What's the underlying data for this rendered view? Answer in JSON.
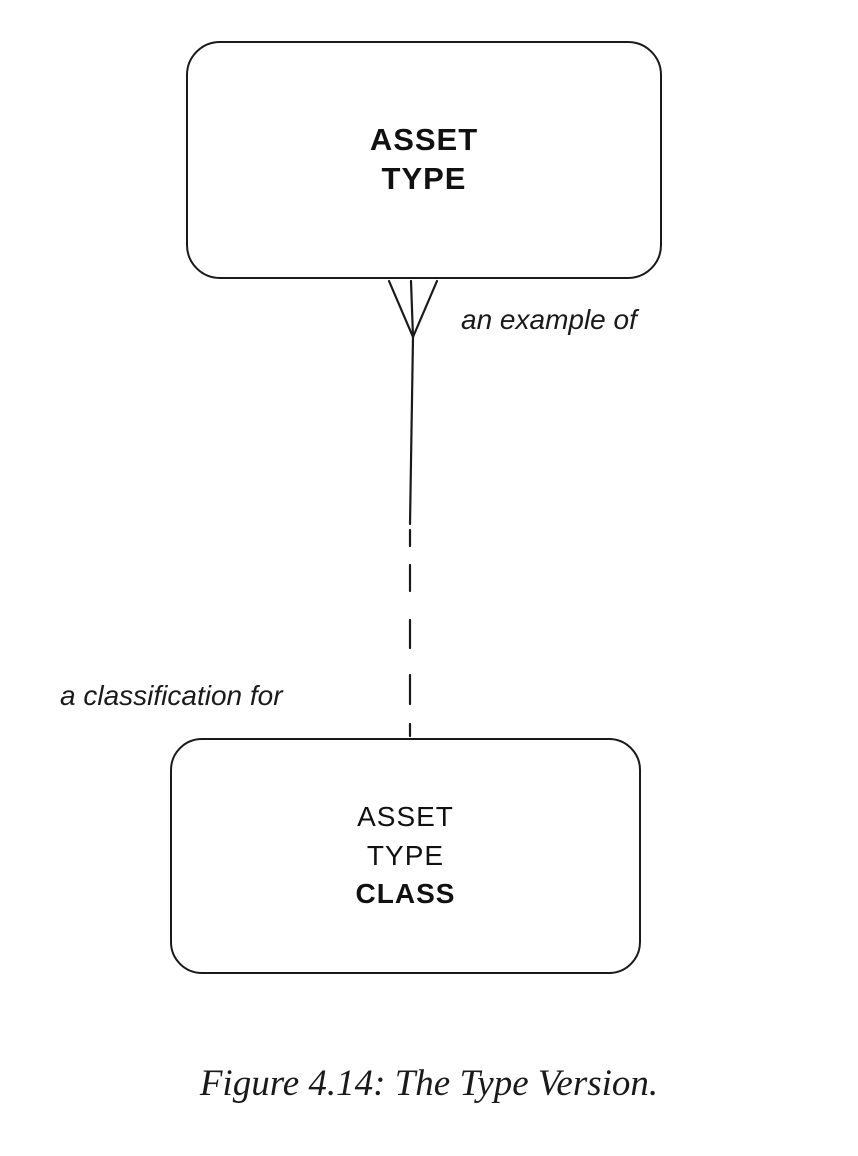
{
  "diagram": {
    "entities": [
      {
        "id": "asset-type",
        "lines": [
          "ASSET",
          "TYPE"
        ]
      },
      {
        "id": "asset-type-class",
        "lines": [
          "ASSET",
          "TYPE",
          "CLASS"
        ]
      }
    ],
    "relationship": {
      "label_from_top": "an example of",
      "label_from_bottom": "a classification for",
      "top_end_cardinality": "many",
      "top_end_optionality": "mandatory",
      "bottom_end_cardinality": "one",
      "bottom_end_optionality": "optional"
    }
  },
  "caption": "Figure 4.14:  The Type Version."
}
